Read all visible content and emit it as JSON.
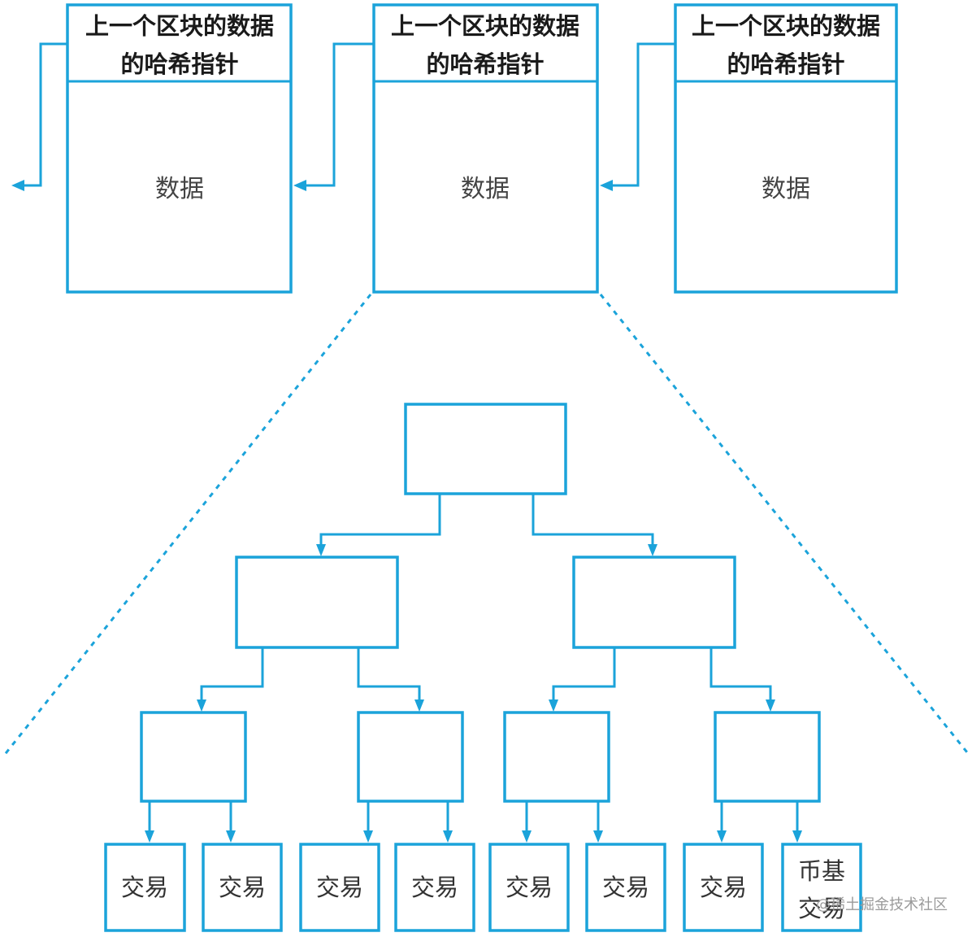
{
  "colors": {
    "accent": "#1ba3da",
    "text": "#1a1a1a",
    "background": "#ffffff"
  },
  "blocks": [
    {
      "header_line1": "上一个区块的数据",
      "header_line2": "的哈希指针",
      "data_label": "数据"
    },
    {
      "header_line1": "上一个区块的数据",
      "header_line2": "的哈希指针",
      "data_label": "数据"
    },
    {
      "header_line1": "上一个区块的数据",
      "header_line2": "的哈希指针",
      "data_label": "数据"
    }
  ],
  "merkle_tree": {
    "levels": 4,
    "leaves": [
      {
        "line1": "交易"
      },
      {
        "line1": "交易"
      },
      {
        "line1": "交易"
      },
      {
        "line1": "交易"
      },
      {
        "line1": "交易"
      },
      {
        "line1": "交易"
      },
      {
        "line1": "交易"
      },
      {
        "line1": "币基",
        "line2": "交易"
      }
    ]
  },
  "watermark": {
    "text": "@稀土掘金技术社区"
  }
}
